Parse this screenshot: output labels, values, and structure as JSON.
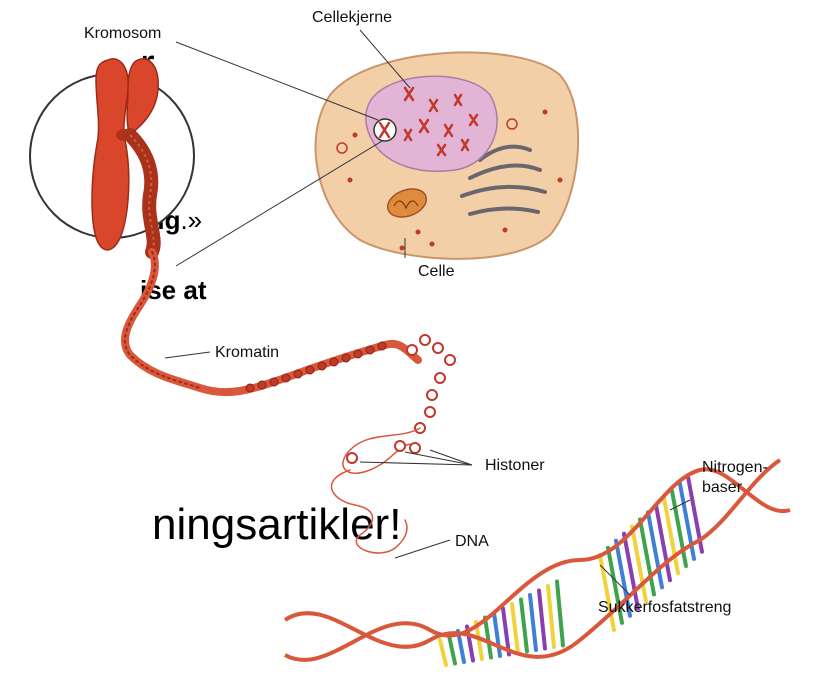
{
  "slide": {
    "line_a": "r",
    "line_b_bold": "rlig",
    "line_b_tail": ".»",
    "line_c": "ise at",
    "line_d": "ningsartikler!"
  },
  "diagram": {
    "labels": {
      "kromosom": "Kromosom",
      "cellekjerne": "Cellekjerne",
      "celle": "Celle",
      "kromatin": "Kromatin",
      "histoner": "Histoner",
      "nitrogen_1": "Nitrogen-",
      "nitrogen_2": "baser",
      "dna": "DNA",
      "sukker": "Sukkerfosfatstreng"
    },
    "colors": {
      "chromosome": "#d9462b",
      "cell": "#f3cfa8",
      "nucleus": "#e2b4d6",
      "strand": "#d9583c",
      "base_colors": [
        "#f2d23a",
        "#3fa34d",
        "#3f7fd6",
        "#8a3fb0"
      ]
    }
  }
}
